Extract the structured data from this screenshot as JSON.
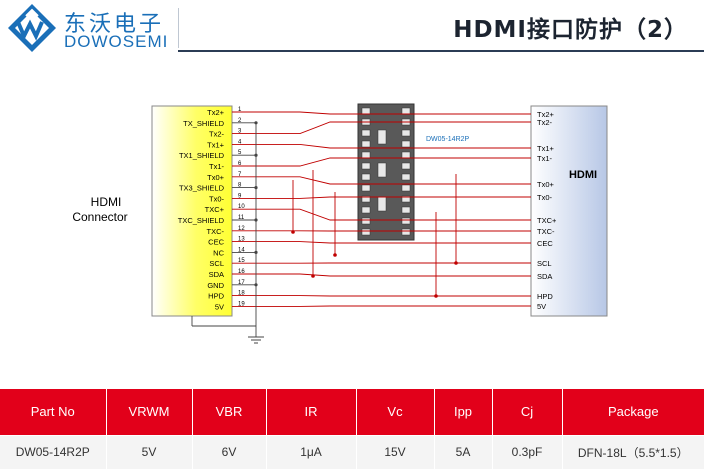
{
  "header": {
    "brand_cn": "东沃电子",
    "brand_en": "DOWOSEMI",
    "title": "HDMI接口防护（2）"
  },
  "diagram": {
    "connector_label_1": "HDMI",
    "connector_label_2": "Connector",
    "hdmi_label": "HDMI",
    "device_label": "DW05-14R2P",
    "left_pins": [
      "Tx2+",
      "TX_SHIELD",
      "Tx2-",
      "Tx1+",
      "TX1_SHIELD",
      "Tx1-",
      "Tx0+",
      "TX3_SHIELD",
      "Tx0-",
      "TXC+",
      "TXC_SHIELD",
      "TXC-",
      "CEC",
      "NC",
      "SCL",
      "SDA",
      "GND",
      "HPD",
      "5V"
    ],
    "pin_numbers": [
      "1",
      "2",
      "3",
      "4",
      "5",
      "6",
      "7",
      "8",
      "9",
      "10",
      "11",
      "12",
      "13",
      "14",
      "15",
      "16",
      "17",
      "18",
      "19"
    ],
    "right_pins": [
      "Tx2+",
      "Tx2-",
      "Tx1+",
      "Tx1-",
      "Tx0+",
      "Tx0-",
      "TXC+",
      "TXC-",
      "CEC",
      "SCL",
      "SDA",
      "HPD",
      "5V"
    ]
  },
  "table": {
    "headers": [
      "Part No",
      "VRWM",
      "VBR",
      "IR",
      "Vc",
      "Ipp",
      "Cj",
      "Package"
    ],
    "rows": [
      [
        "DW05-14R2P",
        "5V",
        "6V",
        "1μA",
        "15V",
        "5A",
        "0.3pF",
        "DFN-18L（5.5*1.5）"
      ]
    ]
  },
  "colors": {
    "brand_blue": "#1a6fb8",
    "table_header_red": "#e2001a",
    "signal_red": "#c00000",
    "connector_yellow": "#ffff33"
  }
}
